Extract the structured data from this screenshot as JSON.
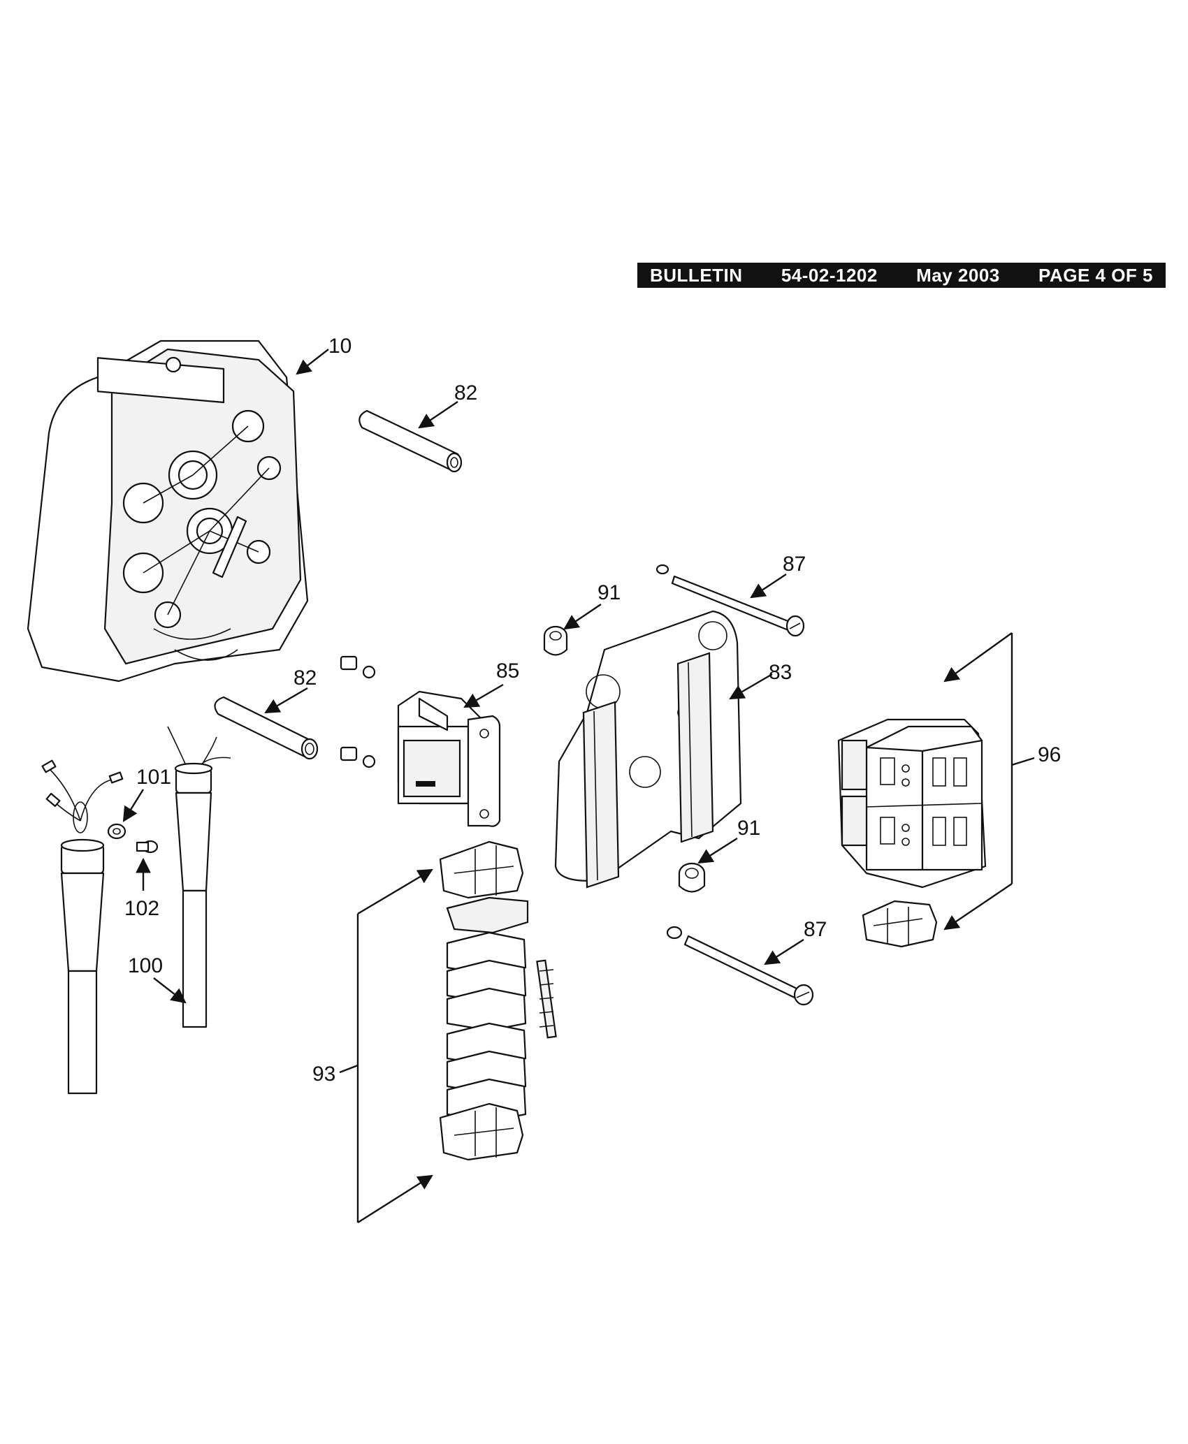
{
  "header": {
    "bulletin_label": "BULLETIN",
    "bulletin_number": "54-02-1202",
    "date": "May 2003",
    "page": "PAGE 4 OF 5"
  },
  "callouts": {
    "enclosure": "10",
    "tube_upper": "82",
    "tube_lower": "82",
    "bracket_plate": "83",
    "transformer": "85",
    "rod_upper": "87",
    "rod_lower": "87",
    "clip_upper": "91",
    "clip_lower": "91",
    "terminal_stack": "93",
    "breaker_assembly": "96",
    "cable_gland": "100",
    "washer": "101",
    "screw": "102"
  }
}
